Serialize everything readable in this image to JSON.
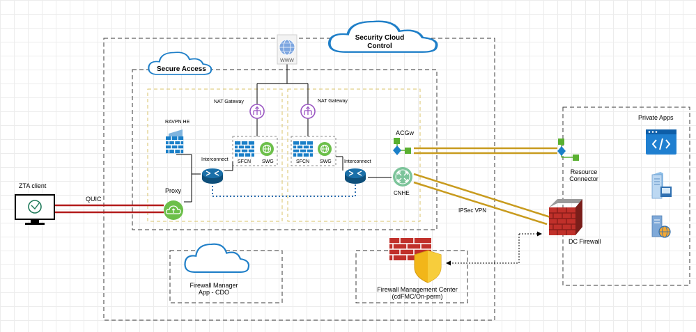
{
  "regions": {
    "security_cloud_control": "Security Cloud\nControl",
    "secure_access": "Secure Access",
    "private_apps": "Private Apps"
  },
  "labels": {
    "www": "WWW",
    "ravpn_he": "RAVPN HE",
    "nat_gateway_left": "NAT Gateway",
    "nat_gateway_right": "NAT Gateway",
    "interconnect_left": "Interconnect",
    "interconnect_right": "Interconnect",
    "sfcn_left": "SFCN",
    "swg_left": "SWG",
    "sfcn_right": "SFCN",
    "swg_right": "SWG",
    "proxy": "Proxy",
    "acgw": "ACGw",
    "cnhe": "CNHE",
    "ztaclient": "ZTA client",
    "quic": "QUIC",
    "resource_connector": "Resource\nConnector",
    "ipsec_vpn": "IPSec VPN",
    "dc_firewall": "DC Firewall",
    "firewall_manager": "Firewall Manager\nApp - CDO",
    "fmc": "Firewall Management Center\n(cdFMC/On-perm)"
  },
  "colors": {
    "quic_link": "#b31b1b",
    "ipsec_link": "#c89b1e",
    "cloud_outline": "#1f7fc8",
    "nat_gateway": "#9a56c2",
    "router": "#1a6fa8",
    "swg": "#6cbf4a",
    "acgw": "#5ab031",
    "firewall_brick": "#c0302a"
  },
  "icons": {
    "www": "globe-icon",
    "ravpn_he": "firewall-wall-icon",
    "nat_gateway": "nat-gateway-icon",
    "sfcn": "firewall-wall-icon",
    "swg": "globe-icon",
    "router": "router-icon",
    "proxy": "cloud-upload-icon",
    "acgw": "connector-node-icon",
    "cnhe": "cnhe-icon",
    "ztaclient": "monitor-icon",
    "app": "code-window-icon",
    "server": "server-icon",
    "db_server": "database-server-icon",
    "dc_firewall": "brick-firewall-icon",
    "fmc": "firewall-shield-icon",
    "cloud": "cloud-icon"
  }
}
